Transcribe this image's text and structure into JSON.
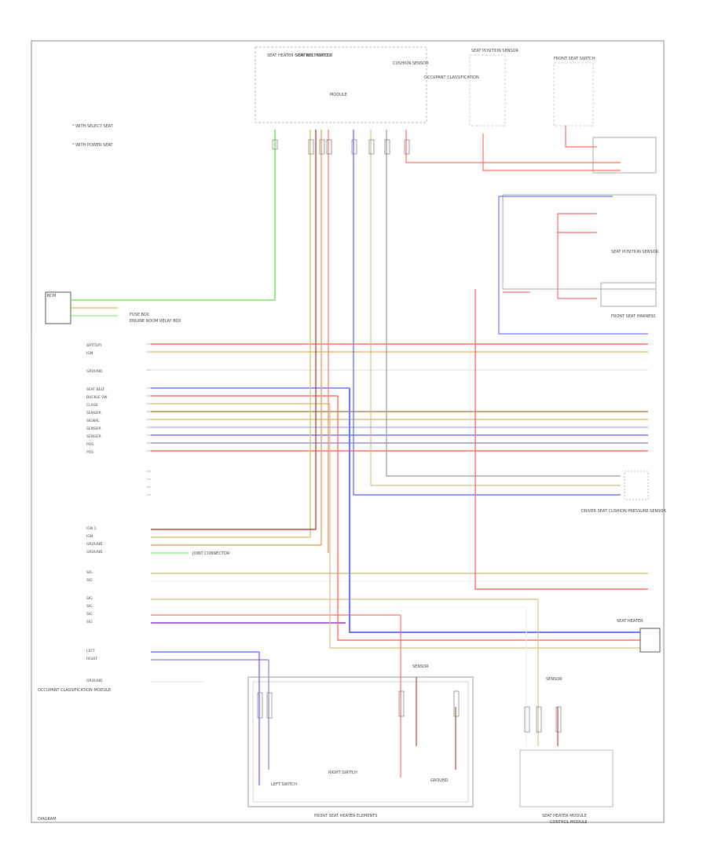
{
  "notes": [
    "* WITH SELECT SEAT",
    "* WITH POWER SEAT"
  ],
  "top_components": [
    "SEAT HEATER CONTROL MODULE",
    "SEAT BELT SWITCH",
    "CUSHION SENSOR",
    "OCCUPANT CLASSIFICATION",
    "SEAT POSITION SENSOR",
    "FRONT SEAT SWITCH"
  ],
  "top_left_module_label": "MODULE",
  "left_box_label": "BCM",
  "left_connector_label": "FUSE BOX",
  "left_connector_note": "ENGINE ROOM RELAY BOX",
  "mid_connector_note": "JOINT CONNECTOR",
  "right_labels": {
    "seat_position": "SEAT POSITION SENSOR",
    "right_connector": "FRONT SEAT HARNESS",
    "pressure_sensor": "DRIVER SEAT CUSHION PRESSURE SENSOR",
    "lower_module": "CONTROL MODULE"
  },
  "pins_block1": [
    "BATTERY",
    "IGN",
    "GROUND",
    "SEAT BELT",
    "BUCKLE SW",
    "CLASS",
    "SENSOR",
    "SIGNAL",
    "SENSOR",
    "SENSOR",
    "POS",
    "POS"
  ],
  "pins_block2": [
    "IGN 1",
    "IGN",
    "GROUND",
    "GROUND",
    "SIG",
    "SIG",
    "SIG",
    "SIG",
    "SIG",
    "SIG",
    "LEFT",
    "RIGHT",
    "GROUND"
  ],
  "main_module_label": "OCCUPANT CLASSIFICATION MODULE",
  "bottom_labels": {
    "left_sensor": "SENSOR",
    "right_sensor": "SENSOR",
    "left_switch": "LEFT SWITCH",
    "right_switch": "RIGHT SWITCH",
    "heater_elements": "FRONT SEAT HEATER ELEMENTS",
    "ground": "GROUND",
    "right_module": "SEAT HEATER",
    "right_module_bottom": "SEAT HEATER MODULE"
  },
  "footer_code": "DIAGRAM",
  "colors": {
    "red": "#ff6b6b",
    "yellow": "#d9c27a",
    "green": "#7fe06f",
    "blue": "#6f73ff",
    "dark_red": "#b04a3a",
    "gray": "#999999"
  }
}
